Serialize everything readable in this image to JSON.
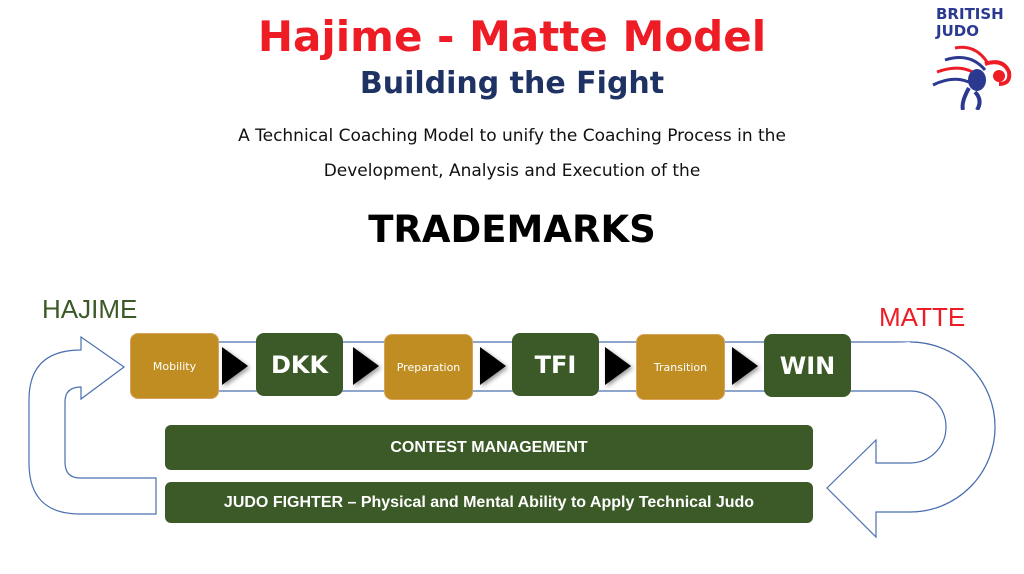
{
  "header": {
    "title": "Hajime - Matte Model",
    "subtitle": "Building the Fight",
    "description_line1": "A Technical Coaching Model to unify the Coaching Process in the",
    "description_line2": "Development, Analysis and Execution of the",
    "emphasis": "TRADEMARKS"
  },
  "logo": {
    "line1": "BRITISH",
    "line2": "JUDO"
  },
  "diagram": {
    "start_label": "HAJIME",
    "end_label": "MATTE",
    "steps": [
      {
        "label": "Mobility",
        "style": "gold"
      },
      {
        "label": "DKK",
        "style": "green"
      },
      {
        "label": "Preparation",
        "style": "gold"
      },
      {
        "label": "TFI",
        "style": "green"
      },
      {
        "label": "Transition",
        "style": "gold"
      },
      {
        "label": "WIN",
        "style": "green"
      }
    ],
    "bars": [
      "CONTEST MANAGEMENT",
      "JUDO FIGHTER – Physical and Mental Ability to Apply Technical Judo"
    ]
  },
  "colors": {
    "red": "#ee1c25",
    "navy": "#1f3264",
    "green": "#3b5a27",
    "gold": "#c08d22",
    "outline": "#4a6fb0"
  }
}
